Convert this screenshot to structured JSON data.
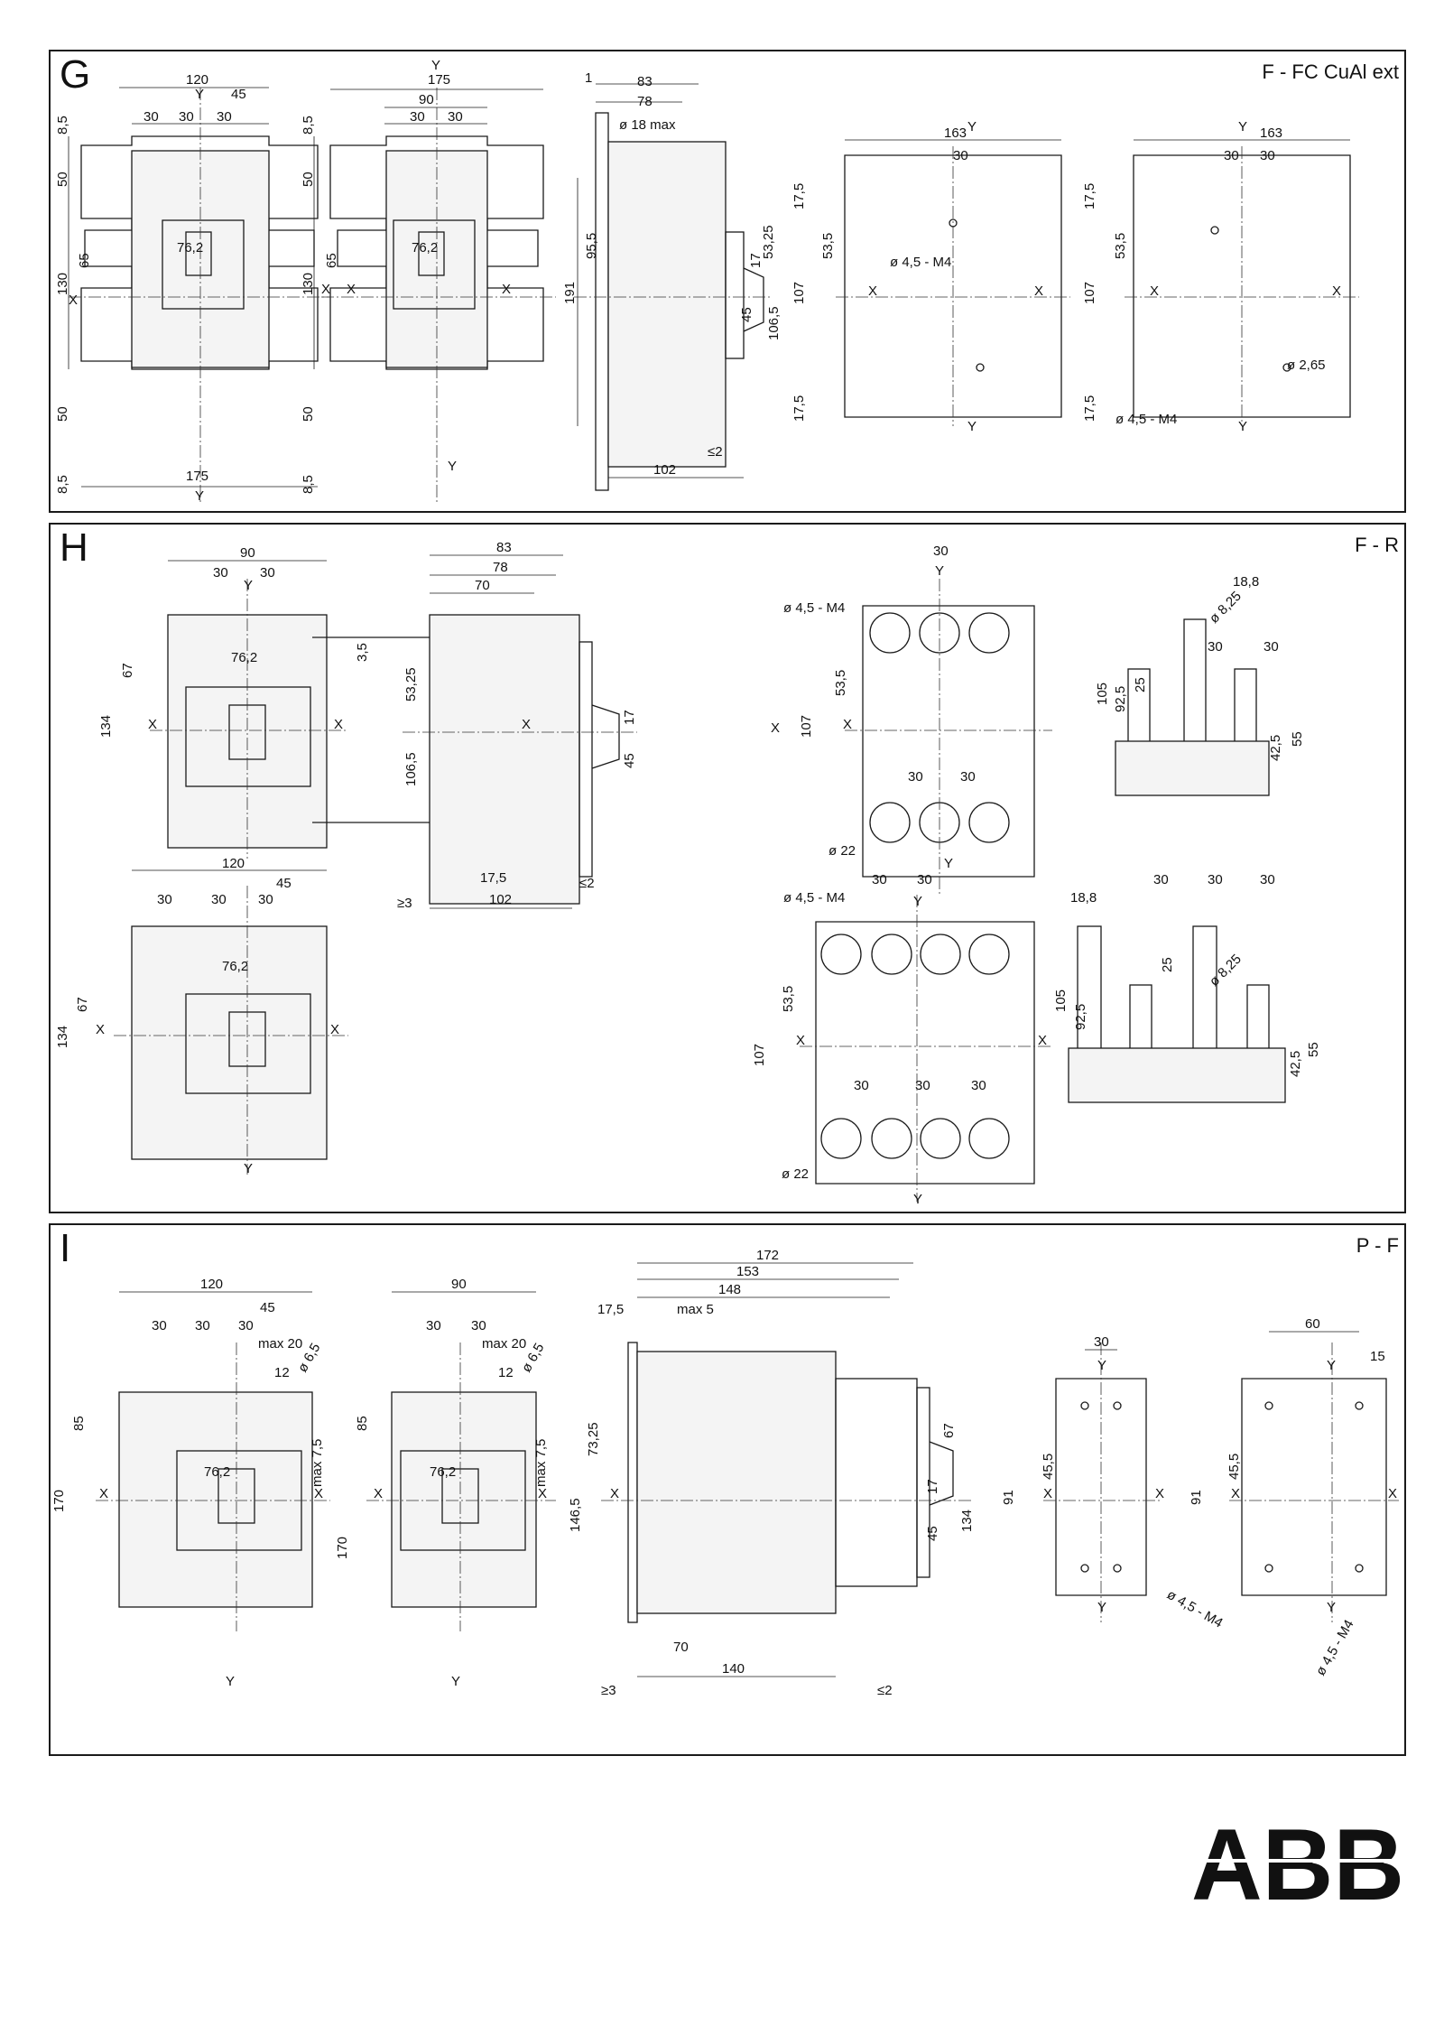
{
  "panels": {
    "g": {
      "letter": "G",
      "code": "F - FC CuAl ext"
    },
    "h": {
      "letter": "H",
      "code": "F - R"
    },
    "i": {
      "letter": "I",
      "code": "P - F"
    }
  },
  "dims_g": {
    "w120": "120",
    "w30a": "30",
    "w30b": "30",
    "w30c": "30",
    "w45": "45",
    "w175a": "175",
    "w175b": "175",
    "h85a": "8,5",
    "h50a": "50",
    "h65": "65",
    "h130": "130",
    "h50b": "50",
    "h85b": "8,5",
    "w762": "76,2",
    "b_w175": "175",
    "b_w90": "90",
    "b_w30a": "30",
    "b_w30b": "30",
    "b_w762": "76,2",
    "b_h85a": "8,5",
    "b_h50a": "50",
    "b_h65": "65",
    "b_h130": "130",
    "b_h50b": "50",
    "b_h85b": "8,5",
    "s_1": "1",
    "s_83": "83",
    "s_78": "78",
    "s_18max": "ø 18 max",
    "s_955": "95,5",
    "s_191": "191",
    "s_5325": "53,25",
    "s_17": "17",
    "s_45": "45",
    "s_1065": "106,5",
    "s_102": "102",
    "s_le2": "≤2",
    "t1_163": "163",
    "t1_30": "30",
    "t1_175a": "17,5",
    "t1_535": "53,5",
    "t1_107": "107",
    "t1_175b": "17,5",
    "t1_m4": "ø 4,5 - M4",
    "t2_163": "163",
    "t2_30a": "30",
    "t2_30b": "30",
    "t2_175a": "17,5",
    "t2_535": "53,5",
    "t2_107": "107",
    "t2_175b": "17,5",
    "t2_265": "ø 2,65",
    "t2_m4": "ø 4,5 - M4"
  },
  "dims_h": {
    "a_90": "90",
    "a_30a": "30",
    "a_30b": "30",
    "a_67": "67",
    "a_134": "134",
    "a_762": "76,2",
    "b_120": "120",
    "b_30a": "30",
    "b_30b": "30",
    "b_30c": "30",
    "b_45": "45",
    "b_67": "67",
    "b_134": "134",
    "b_762": "76,2",
    "s_83": "83",
    "s_78": "78",
    "s_70": "70",
    "s_35": "3,5",
    "s_5325": "53,25",
    "s_1065": "106,5",
    "s_17": "17",
    "s_45": "45",
    "s_175": "17,5",
    "s_102": "102",
    "s_ge3": "≥3",
    "s_le2": "≤2",
    "d1_30": "30",
    "d1_m4": "ø 4,5 - M4",
    "d1_535": "53,5",
    "d1_107": "107",
    "d1_30b": "30",
    "d1_30c": "30",
    "d1_22": "ø 22",
    "d2_30a": "30",
    "d2_30b": "30",
    "d2_m4": "ø 4,5 - M4",
    "d2_535": "53,5",
    "d2_107": "107",
    "d2_30c": "30",
    "d2_30d": "30",
    "d2_30e": "30",
    "d2_22": "ø 22",
    "r1_188": "18,8",
    "r1_825": "ø 8,25",
    "r1_30a": "30",
    "r1_30b": "30",
    "r1_105": "105",
    "r1_925": "92,5",
    "r1_25": "25",
    "r1_425": "42,5",
    "r1_55": "55",
    "r2_188": "18,8",
    "r2_30a": "30",
    "r2_30b": "30",
    "r2_30c": "30",
    "r2_25": "25",
    "r2_825": "ø 8,25",
    "r2_105": "105",
    "r2_925": "92,5",
    "r2_425": "42,5",
    "r2_55": "55"
  },
  "dims_i": {
    "a_120": "120",
    "a_30a": "30",
    "a_30b": "30",
    "a_30c": "30",
    "a_45": "45",
    "a_max20": "max 20",
    "a_12": "12",
    "a_65": "ø 6,5",
    "a_85": "85",
    "a_170": "170",
    "a_max75": "max 7,5",
    "a_762": "76,2",
    "b_90": "90",
    "b_30a": "30",
    "b_30b": "30",
    "b_max20": "max 20",
    "b_12": "12",
    "b_65": "ø 6,5",
    "b_85": "85",
    "b_170": "170",
    "b_max75": "max 7,5",
    "b_762": "76,2",
    "s_172": "172",
    "s_153": "153",
    "s_148": "148",
    "s_175": "17,5",
    "s_max5": "max 5",
    "s_7325": "73,25",
    "s_1465": "146,5",
    "s_67": "67",
    "s_17": "17",
    "s_45": "45",
    "s_134": "134",
    "s_70": "70",
    "s_140": "140",
    "s_ge3": "≥3",
    "s_le2": "≤2",
    "t1_30": "30",
    "t1_455": "45,5",
    "t1_91": "91",
    "t1_m4": "ø 4,5 - M4",
    "t2_60": "60",
    "t2_15": "15",
    "t2_455": "45,5",
    "t2_91": "91",
    "t2_m4": "ø 4,5 - M4"
  },
  "axes": {
    "x": "X",
    "y": "Y"
  },
  "logo": {
    "text": "ABB",
    "color": "#e2231a"
  }
}
